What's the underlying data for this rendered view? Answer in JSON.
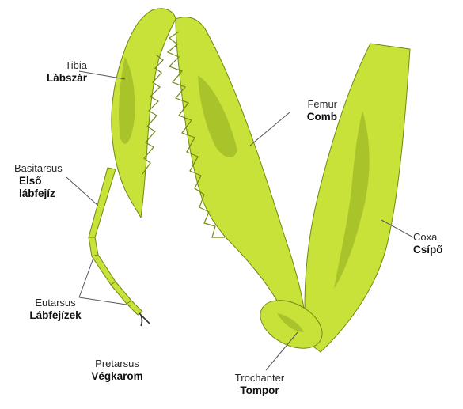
{
  "colors": {
    "segment_fill": "#c8e23a",
    "segment_shade": "#a9c42a",
    "segment_stroke": "#6f8a14",
    "leader_line": "#555555",
    "claw": "#333333"
  },
  "labels": {
    "tibia": {
      "latin": "Tibia",
      "hungarian": "Lábszár"
    },
    "femur": {
      "latin": "Femur",
      "hungarian": "Comb"
    },
    "basitarsus": {
      "latin": "Basitarsus",
      "hungarian_line1": "Első",
      "hungarian_line2": "lábfejíz"
    },
    "coxa": {
      "latin": "Coxa",
      "hungarian": "Csípő"
    },
    "eutarsus": {
      "latin": "Eutarsus",
      "hungarian": "Lábfejízek"
    },
    "pretarsus": {
      "latin": "Pretarsus",
      "hungarian": "Végkarom"
    },
    "trochanter": {
      "latin": "Trochanter",
      "hungarian": "Tompor"
    }
  }
}
